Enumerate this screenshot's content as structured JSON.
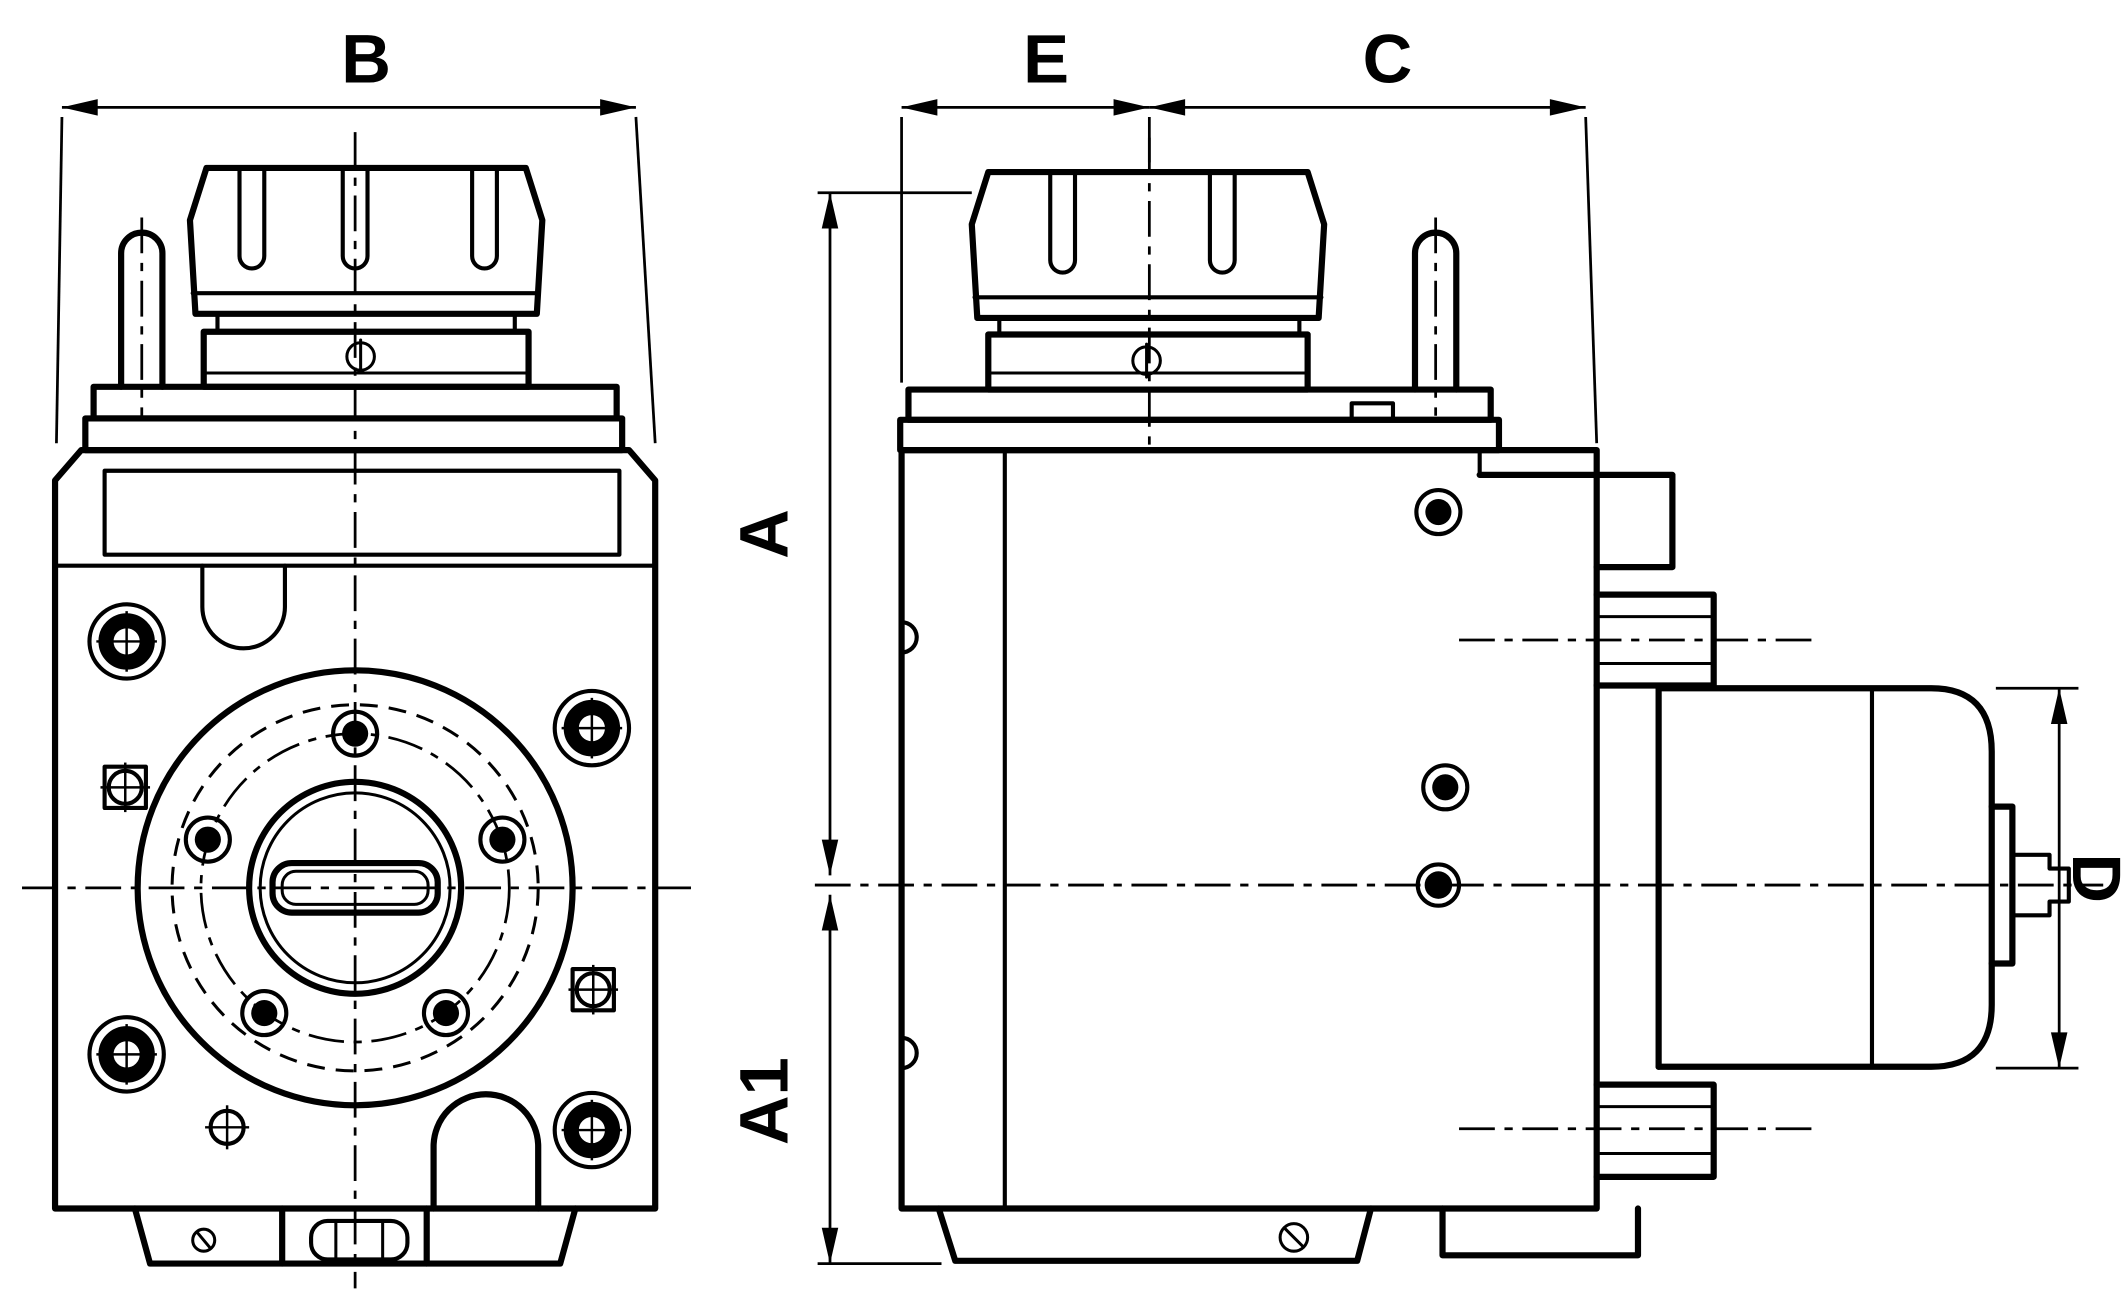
{
  "drawing": {
    "kind": "engineering-drawing",
    "dimensions": {
      "B": "B",
      "E": "E",
      "C": "C",
      "A": "A",
      "A1": "A1",
      "D": "D"
    },
    "colors": {
      "line": "#000000",
      "background": "#ffffff"
    }
  }
}
